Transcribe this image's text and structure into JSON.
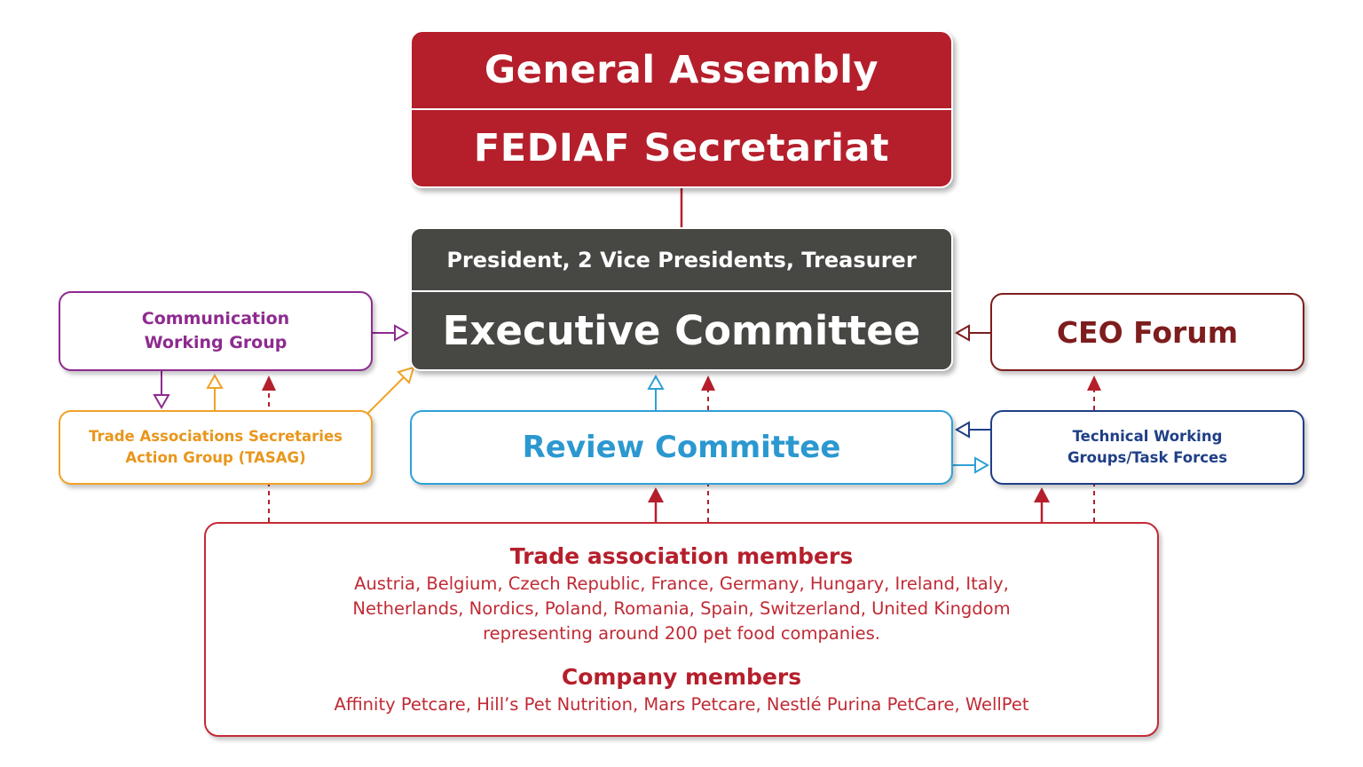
{
  "general_assembly": {
    "title": "General Assembly",
    "secretariat": "FEDIAF Secretariat"
  },
  "executive": {
    "officers": "President, 2 Vice Presidents, Treasurer",
    "committee": "Executive Committee"
  },
  "communication_group": {
    "line1": "Communication",
    "line2": "Working Group"
  },
  "tasag": {
    "line1": "Trade Associations Secretaries",
    "line2": "Action Group (TASAG)"
  },
  "review_committee": {
    "label": "Review Committee"
  },
  "ceo_forum": {
    "label": "CEO Forum"
  },
  "technical_groups": {
    "line1": "Technical Working",
    "line2": "Groups/Task Forces"
  },
  "members": {
    "trade_title": "Trade association members",
    "trade_text": "Austria, Belgium, Czech Republic, France, Germany, Hungary, Ireland, Italy, Netherlands, Nordics, Poland, Romania, Spain, Switzerland, United Kingdom representing around 200 pet food companies.",
    "company_title": "Company members",
    "company_text": "Affinity Petcare, Hill’s Pet Nutrition, Mars Petcare, Nestlé Purina PetCare, WellPet"
  },
  "colors": {
    "assembly_red": "#b51f2b",
    "executive_gray": "#474744",
    "communication_purple": "#8d2b8f",
    "tasag_orange": "#f0a228",
    "review_blue": "#2fa1d6",
    "ceo_maroon": "#7d1d1d",
    "technical_navy": "#1f3f86"
  }
}
